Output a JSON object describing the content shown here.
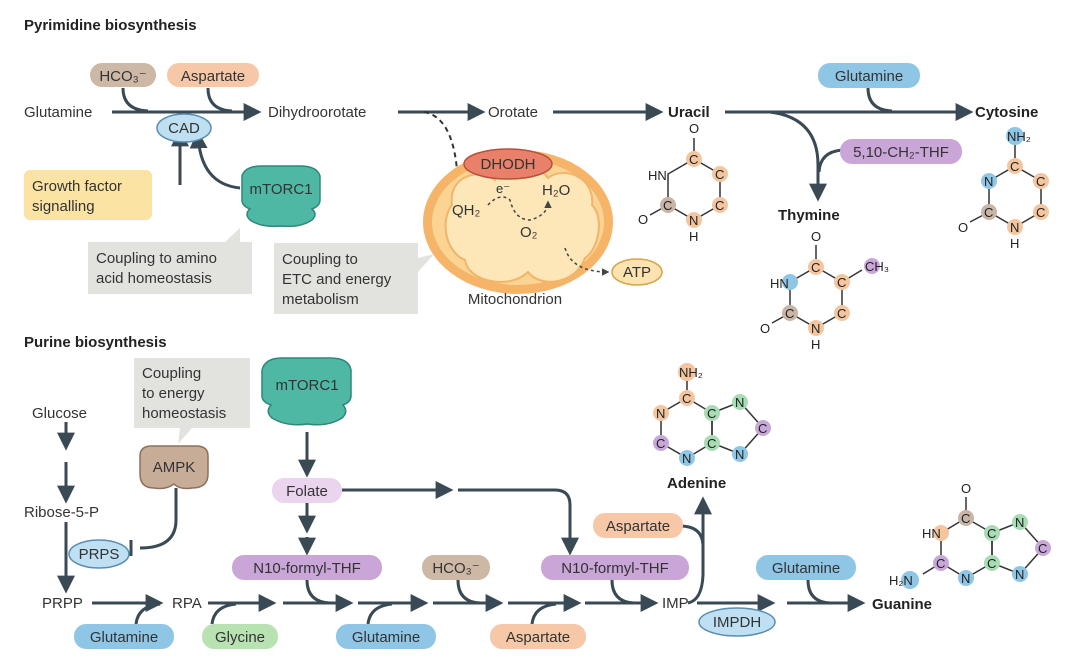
{
  "titles": {
    "pyrimidine": "Pyrimidine biosynthesis",
    "purine": "Purine biosynthesis"
  },
  "pyr": {
    "hco3": "HCO₃⁻",
    "aspartate": "Aspartate",
    "glutamine_in": "Glutamine",
    "cad": "CAD",
    "dihydroorotate": "Dihydroorotate",
    "orotate": "Orotate",
    "uracil": "Uracil",
    "glutamine_top": "Glutamine",
    "cytosine": "Cytosine",
    "methylene_thf": "5,10-CH₂-THF",
    "thymine": "Thymine",
    "growth_factor": [
      "Growth factor",
      "signalling"
    ],
    "mtorc1": "mTORC1",
    "coupling_amino": [
      "Coupling to amino",
      "acid homeostasis"
    ],
    "coupling_etc": [
      "Coupling to",
      "ETC and energy",
      "metabolism"
    ],
    "dhodh": "DHODH",
    "oh2": "QH₂",
    "e_minus": "e⁻",
    "h2o": "H₂O",
    "o2": "O₂",
    "mitochondrion": "Mitochondrion",
    "atp": "ATP"
  },
  "pur": {
    "mtorc1": "mTORC1",
    "coupling_energy": [
      "Coupling",
      "to energy",
      "homeostasis"
    ],
    "glucose": "Glucose",
    "ampk": "AMPK",
    "folate": "Folate",
    "ribose5p": "Ribose-5-P",
    "prps": "PRPS",
    "prpp": "PRPP",
    "rpa": "RPA",
    "n10_left": "N10-formyl-THF",
    "hco3": "HCO₃⁻",
    "n10_right": "N10-formyl-THF",
    "aspartate_upper": "Aspartate",
    "adenine": "Adenine",
    "imp": "IMP",
    "impdh": "IMPDH",
    "glutamine_right": "Glutamine",
    "guanine": "Guanine",
    "glutamine_1": "Glutamine",
    "glycine": "Glycine",
    "glutamine_2": "Glutamine",
    "aspartate_lower": "Aspartate"
  },
  "atoms": {
    "C": "C",
    "N": "N",
    "O": "O",
    "H": "H",
    "HN": "HN",
    "nh2": "NH₂",
    "h2n": "H₂N",
    "ch3": "CH₃"
  },
  "colors": {
    "arrow": "#3a4a55",
    "glutamine": "#8fc6e6",
    "aspartate": "#f6c8a8",
    "hco3": "#cdb8a6",
    "glycine": "#b9e2b3",
    "thf": "#c9a5d8",
    "folate": "#ead4ee",
    "cad": "#bfe0f3",
    "mtorc": "#4fb8a4",
    "ampk": "#c7ac98",
    "growth": "#fbe3a3",
    "callout": "#e2e2de",
    "dhodh": "#e8806a",
    "mito_outer": "#f5b468",
    "mito_inner": "#fde6b8",
    "atp": "#fce3b0",
    "atom_c_orange": "#f4c6a0",
    "atom_c_brown": "#c9b5a6",
    "atom_n_blue": "#8fc6e6",
    "atom_c_green": "#a8dcb4",
    "atom_c_purple": "#c7a8d8"
  }
}
